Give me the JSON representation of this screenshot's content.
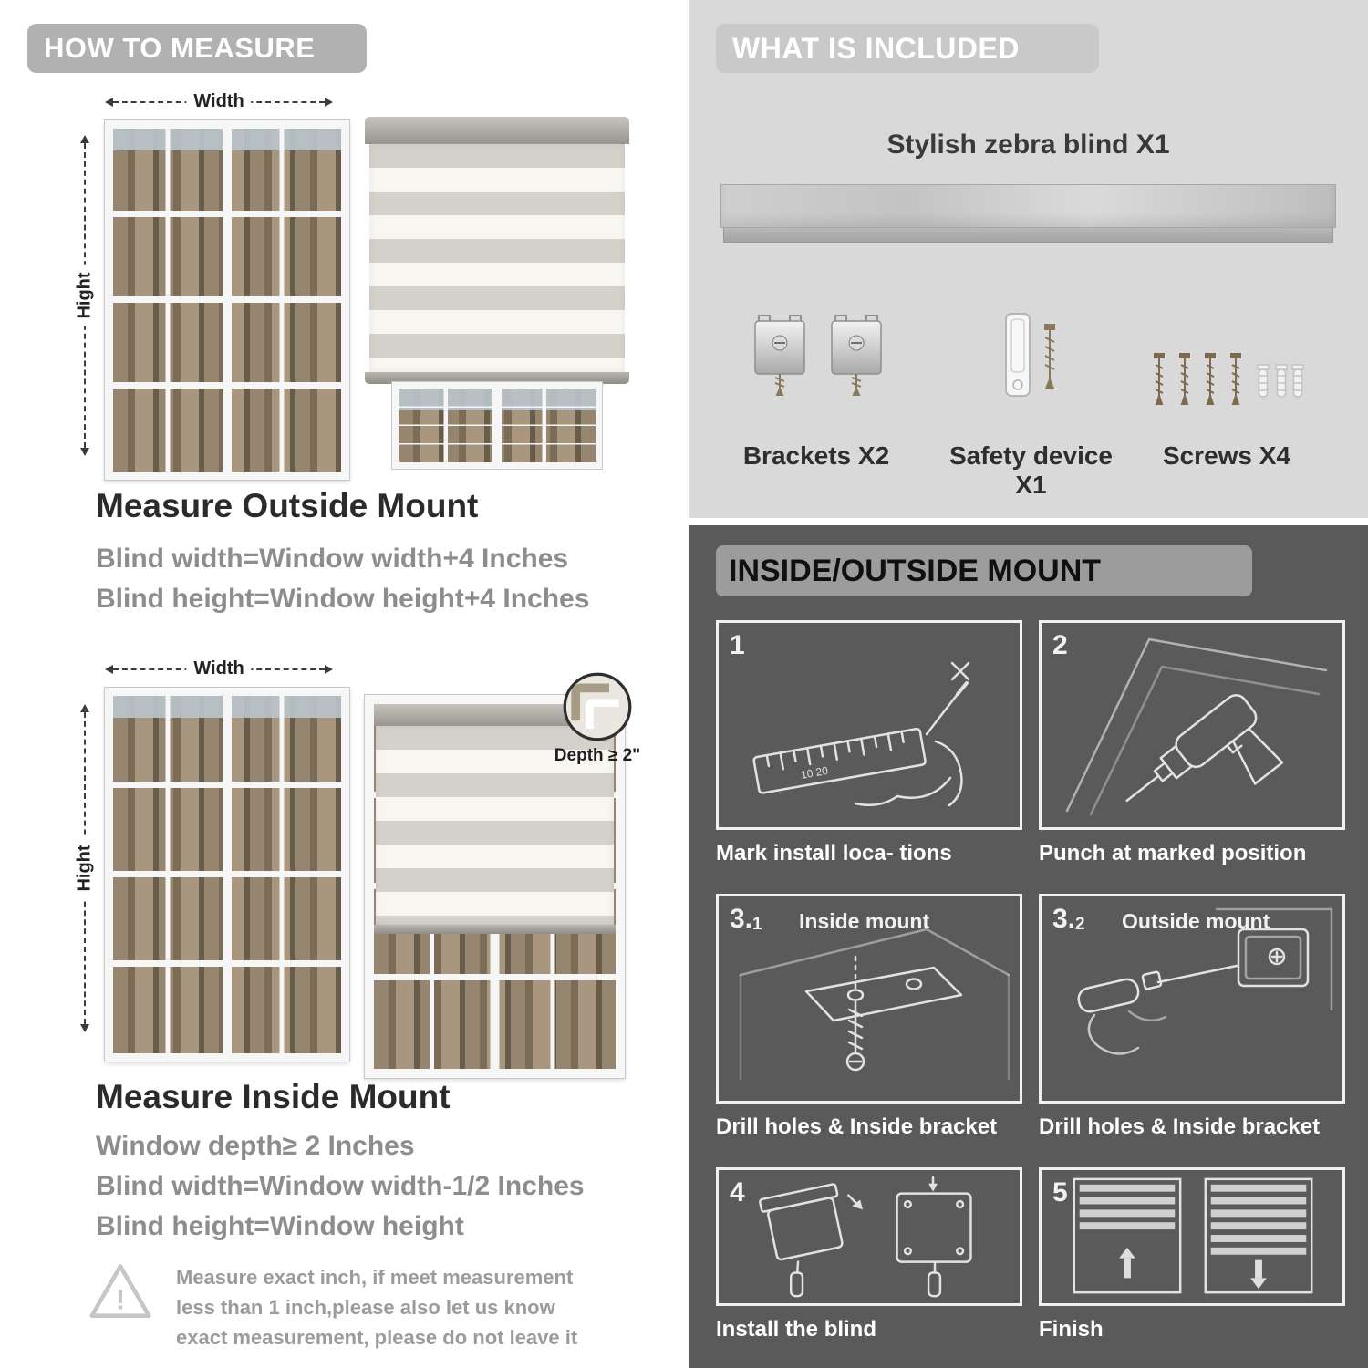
{
  "colors": {
    "banner_gray": "#b1b1b1",
    "included_banner_gray": "#c9c9c9",
    "light_section_bg": "#d9d9d9",
    "dark_section_bg": "#5a5a5a",
    "text_gray": "#8d8d8d",
    "heading_dark": "#2b2b2b",
    "caption_white": "#ffffff"
  },
  "left": {
    "banner": "HOW TO MEASURE",
    "outside": {
      "width_label": "Width",
      "height_label": "Hight",
      "heading": "Measure Outside Mount",
      "line1": "Blind width=Window width+4 Inches",
      "line2": "Blind height=Window height+4 Inches"
    },
    "inside": {
      "width_label": "Width",
      "height_label": "Hight",
      "depth_callout": "Depth ≥ 2\"",
      "heading": "Measure Inside Mount",
      "line1": "Window depth≥ 2 Inches",
      "line2": "Blind width=Window width-1/2 Inches",
      "line3": "Blind height=Window height"
    },
    "warning": {
      "mark": "!",
      "text": "Measure exact inch, if meet measurement less than 1 inch,please also let us know exact measurement, please do not leave it"
    }
  },
  "right": {
    "included": {
      "banner": "WHAT IS INCLUDED",
      "product": "Stylish zebra blind X1",
      "items": [
        {
          "label": "Brackets X2"
        },
        {
          "label": "Safety device X1"
        },
        {
          "label": "Screws X4"
        }
      ]
    },
    "mount": {
      "heading": "INSIDE/OUTSIDE MOUNT",
      "steps": [
        {
          "num_main": "1",
          "num_sub": "",
          "title": "",
          "caption": "Mark install loca- tions",
          "ruler_marks": "10  20"
        },
        {
          "num_main": "2",
          "num_sub": "",
          "title": "",
          "caption": "Punch at  marked position"
        },
        {
          "num_main": "3.",
          "num_sub": "1",
          "title": "Inside mount",
          "caption": "Drill holes &  Inside bracket"
        },
        {
          "num_main": "3.",
          "num_sub": "2",
          "title": "Outside mount",
          "caption": "Drill holes &  Inside bracket"
        },
        {
          "num_main": "4",
          "num_sub": "",
          "title": "",
          "caption": "Install the blind"
        },
        {
          "num_main": "5",
          "num_sub": "",
          "title": "",
          "caption": "Finish"
        }
      ]
    }
  }
}
